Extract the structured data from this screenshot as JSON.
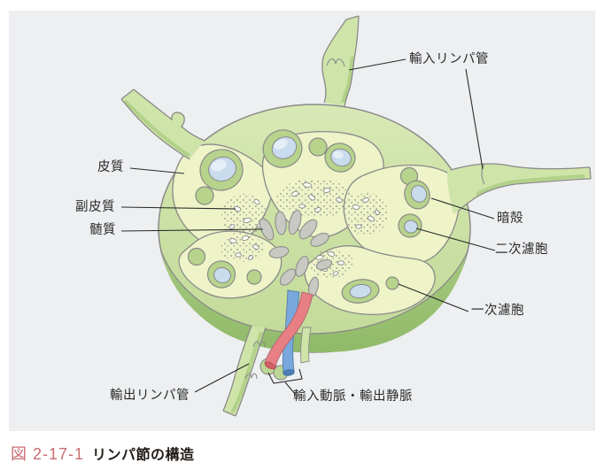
{
  "figure": {
    "background_color": "#edeff1",
    "labels": {
      "afferent_lymphatic": "輸入リンパ管",
      "cortex": "皮質",
      "paracortex": "副皮質",
      "medulla": "髄質",
      "dark_shell": "暗殻",
      "secondary_follicle": "二次濾胞",
      "primary_follicle": "一次濾胞",
      "efferent_lymphatic": "輸出リンパ管",
      "afferent_artery_efferent_vein": "輸入動脈・輸出静脈"
    },
    "colors": {
      "node_capsule": "#c9dfa2",
      "node_underside": "#9ac273",
      "lobule": "#eef3c8",
      "follicle_ring": "#b7d38c",
      "germinal_center": "#c9dcee",
      "medulla_cord": "#c9c9c4",
      "vessel_green": "#cfe4a9",
      "artery": "#e87f84",
      "vein": "#79a9dc",
      "outline": "#8a8a88",
      "leader_line": "#2b2b2b"
    }
  },
  "caption": {
    "number": "図 2-17-1",
    "title": "リンパ節の構造",
    "number_color": "#c96e73"
  }
}
